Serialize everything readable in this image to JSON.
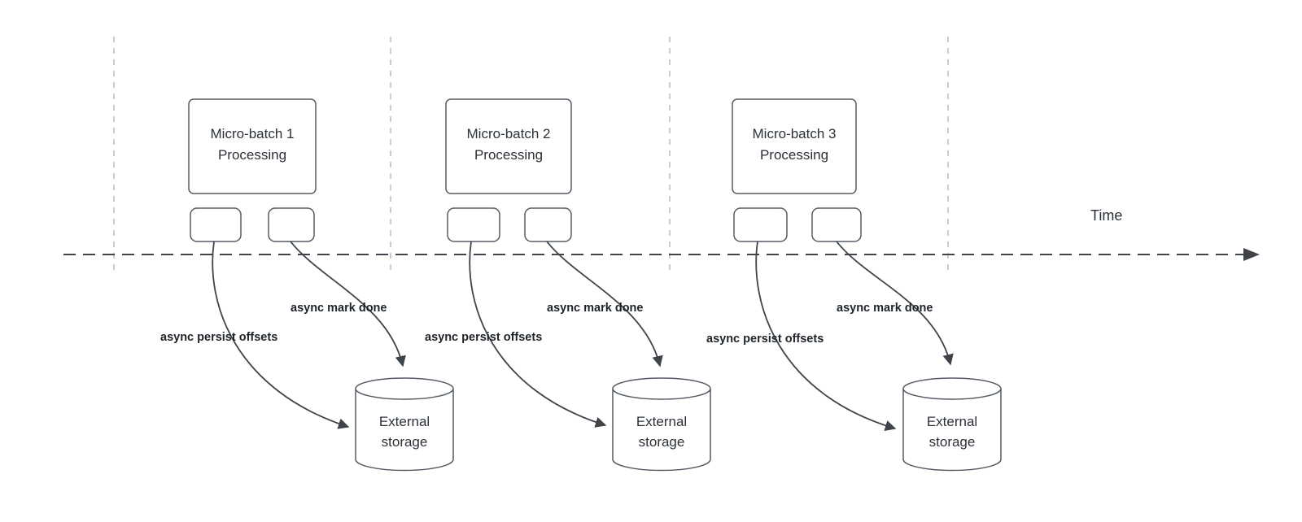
{
  "diagram": {
    "time_label": "Time",
    "groups": [
      {
        "box_label": "Micro-batch 1\nProcessing",
        "persist_label": "async persist offsets",
        "mark_done_label": "async mark done",
        "storage_label": "External\nstorage"
      },
      {
        "box_label": "Micro-batch 2\nProcessing",
        "persist_label": "async persist offsets",
        "mark_done_label": "async mark done",
        "storage_label": "External\nstorage"
      },
      {
        "box_label": "Micro-batch 3\nProcessing",
        "persist_label": "async persist offsets",
        "mark_done_label": "async mark done",
        "storage_label": "External\nstorage"
      }
    ]
  }
}
